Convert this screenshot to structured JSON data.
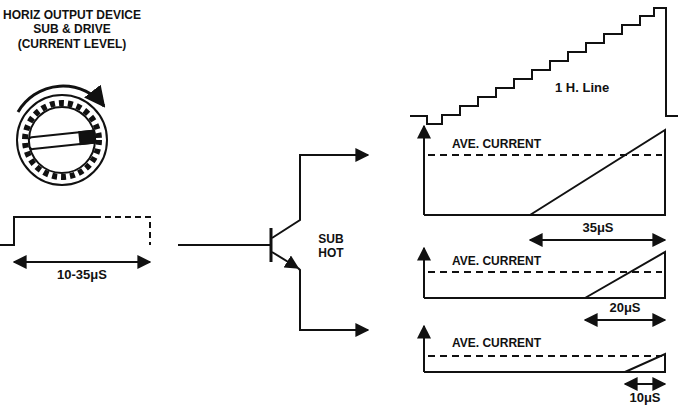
{
  "diagram": {
    "title": "HORIZ OUTPUT DEVICE SUB & DRIVE (CURRENT LEVEL)",
    "labels": [
      "10-35μS",
      "SUB HOT",
      "1 H. Line",
      "AVE. CURRENT",
      "35μS",
      "AVE. CURRENT",
      "20μS",
      "AVE. CURRENT",
      "10μS"
    ]
  }
}
